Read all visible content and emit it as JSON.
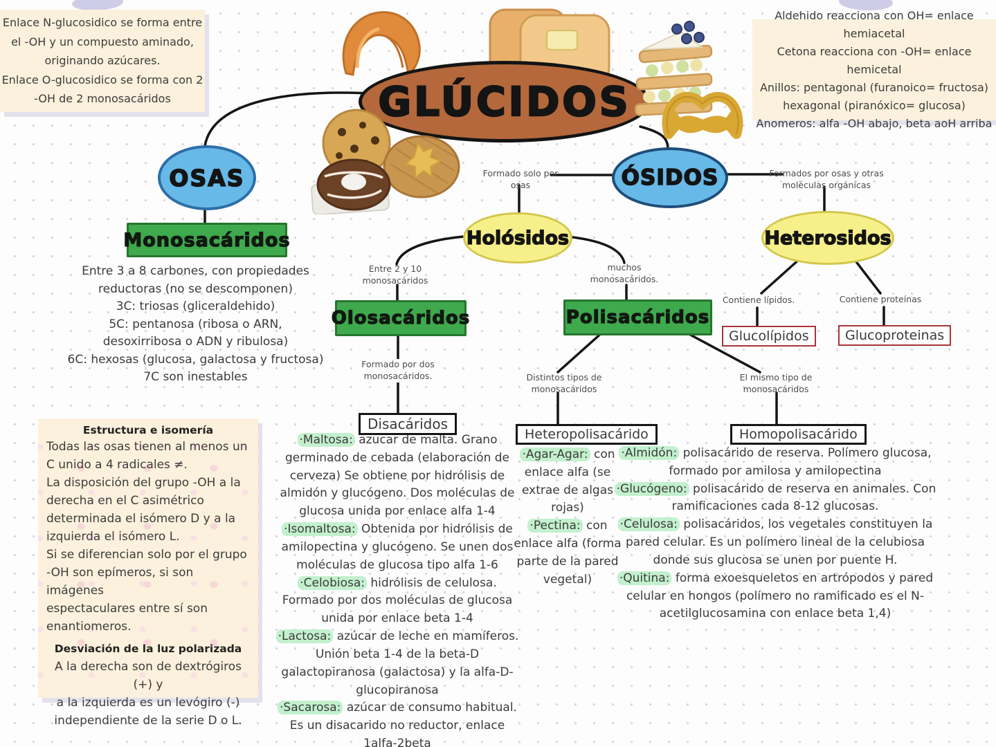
{
  "title": "GLÚCIDOS",
  "notes": {
    "top_left": "Enlace N-glucosidico se forma entre\nel -OH y un compuesto aminado,\noriginando azúcares.\nEnlace O-glucosidico se forma con 2\n-OH de 2 monosacáridos",
    "top_right": "Aldehido reacciona con OH= enlace hemiacetal\nCetona reacciona con -OH= enlace hemicetal\nAnillos: pentagonal (furanoico= fructosa)\nhexagonal (piranóxico= glucosa)\nAnomeros: alfa -OH abajo, beta aoH arriba",
    "bottom_left": {
      "title1": "Estructura e isomería",
      "body1": "Todas las osas tienen al menos un\nC unido a 4 radicales ≠.\nLa disposición del grupo -OH a la\nderecha en el C asimétrico\ndeterminada el isómero D y a la\nizquierda el isómero L.\nSi se diferencian solo por el grupo\n-OH son epímeros, si son imágenes\nespectaculares entre sí son\nenantiomeros.",
      "title2": "Desviación de la luz polarizada",
      "body2": "A la derecha son de dextrógiros (+) y\na la izquierda es un levógiro (-)\nindependiente de la serie D o L."
    }
  },
  "nodes": {
    "osas": "OSAS",
    "osidos": "ÓSIDOS",
    "holosidos": "Holósidos",
    "heterosidos": "Heterosidos",
    "monosacaridos": "Monosacáridos",
    "olosacaridos": "Olosacáridos",
    "polisacaridos": "Polisacáridos",
    "disacaridos": "Disacáridos",
    "heteropolisacarido": "Heteropolisacárido",
    "homopolisacarido": "Homopolisacárido",
    "glucolipidos": "Glucolípidos",
    "glucoproteinas": "Glucoproteinas"
  },
  "edge_labels": {
    "formado_solo": "Formado solo por\nosas",
    "formados_por": "Formados por osas y otras\nmoléculas orgánicas",
    "entre_2_10": "Entre 2 y 10\nmonosacáridos",
    "muchos": "muchos\nmonosacáridos.",
    "contiene_lipidos": "Contiene lípidos.",
    "contiene_proteinas": "Contiene proteínas",
    "formado_dos": "Formado por dos\nmonosacáridos.",
    "distintos_tipos": "Distintos tipos de\nmonosacáridos",
    "mismo_tipo": "El mismo tipo de\nmonosacáridos"
  },
  "monosacaridos_text": "Entre 3 a 8 carbones, con propiedades\nreductoras (no se descomponen)\n3C: triosas (gliceraldehido)\n5C: pentanosa (ribosa o ARN,\ndesoxirribosa o ADN y ribulosa)\n6C: hexosas (glucosa, galactosa y fructosa)\n7C son inestables",
  "disacaridos": {
    "items": [
      {
        "term": "·Maltosa:",
        "text": " azucar de malta.  Grano germinado de cebada (elaboración de cerveza)  Se obtiene por hidrólisis de almidón y glucógeno. Dos moléculas de glucosa unida por enlace alfa 1-4"
      },
      {
        "term": "·Isomaltosa:",
        "text": " Obtenida por hidrólisis de amilopectina y glucógeno.  Se unen dos moléculas de glucosa tipo alfa 1-6"
      },
      {
        "term": "·Celobiosa:",
        "text": " hidrólisis de celulosa.  Formado por dos moléculas de glucosa unida por enlace beta 1-4"
      },
      {
        "term": "·Lactosa:",
        "text": " azúcar de leche en mamíferos. Unión beta 1-4 de la beta-D galactopiranosa (galactosa) y la alfa-D-glucopiranosa"
      },
      {
        "term": "·Sacarosa:",
        "text": " azúcar de consumo habitual.  Es un disacarido no reductor, enlace 1alfa-2beta"
      }
    ]
  },
  "heteropoli": {
    "items": [
      {
        "term": "·Agar-Agar:",
        "text": " con enlace alfa (se extrae de algas rojas)"
      },
      {
        "term": "·Pectina:",
        "text": " con enlace alfa (forma parte de la pared vegetal)"
      }
    ]
  },
  "homopoli": {
    "items": [
      {
        "term": "·Almidón:",
        "text": " polisacárido de reserva. Polímero glucosa, formado por amilosa y amilopectina"
      },
      {
        "term": "·Glucógeno:",
        "text": " polisacárido de reserva en animales.  Con ramificaciones cada 8-12 glucosas."
      },
      {
        "term": "·Celulosa:",
        "text": " polisacáridos,  los vegetales constituyen la pared celular.  Es un polímero lineal de la celubiosa donde sus glucosa se unen por puente H."
      },
      {
        "term": "·Quitina:",
        "text": " forma exoesqueletos en artrópodos y pared celular en hongos (polímero no ramificado es el N-acetilglucosamina con enlace beta 1,4)"
      }
    ]
  },
  "colors": {
    "central_node": "#b4683c",
    "blue_node": "#67b9e8",
    "yellow_node": "#f7f08a",
    "green_box": "#3fa94d",
    "red_border": "#a83438",
    "highlight": "#c3f0cd",
    "note_bg": "#fbf1dc",
    "tape": "#c7c3e4"
  }
}
